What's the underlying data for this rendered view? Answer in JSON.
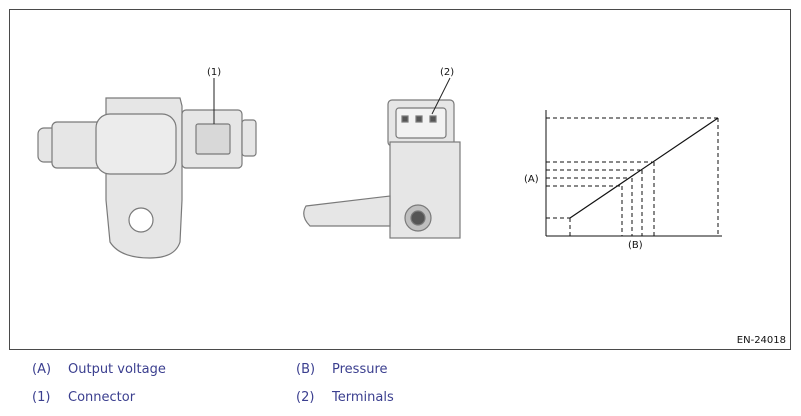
{
  "figure": {
    "callouts": {
      "c1": "(1)",
      "c2": "(2)",
      "axisA": "(A)",
      "axisB": "(B)"
    },
    "code": "EN-24018"
  },
  "legend": {
    "items": [
      {
        "key": "(A)",
        "label": "Output voltage"
      },
      {
        "key": "(B)",
        "label": "Pressure"
      },
      {
        "key": "(1)",
        "label": "Connector"
      },
      {
        "key": "(2)",
        "label": "Terminals"
      }
    ]
  },
  "colors": {
    "legend_text": "#3b3f8f",
    "part_fill": "#e6e6e6",
    "part_stroke": "#7a7a7a"
  }
}
